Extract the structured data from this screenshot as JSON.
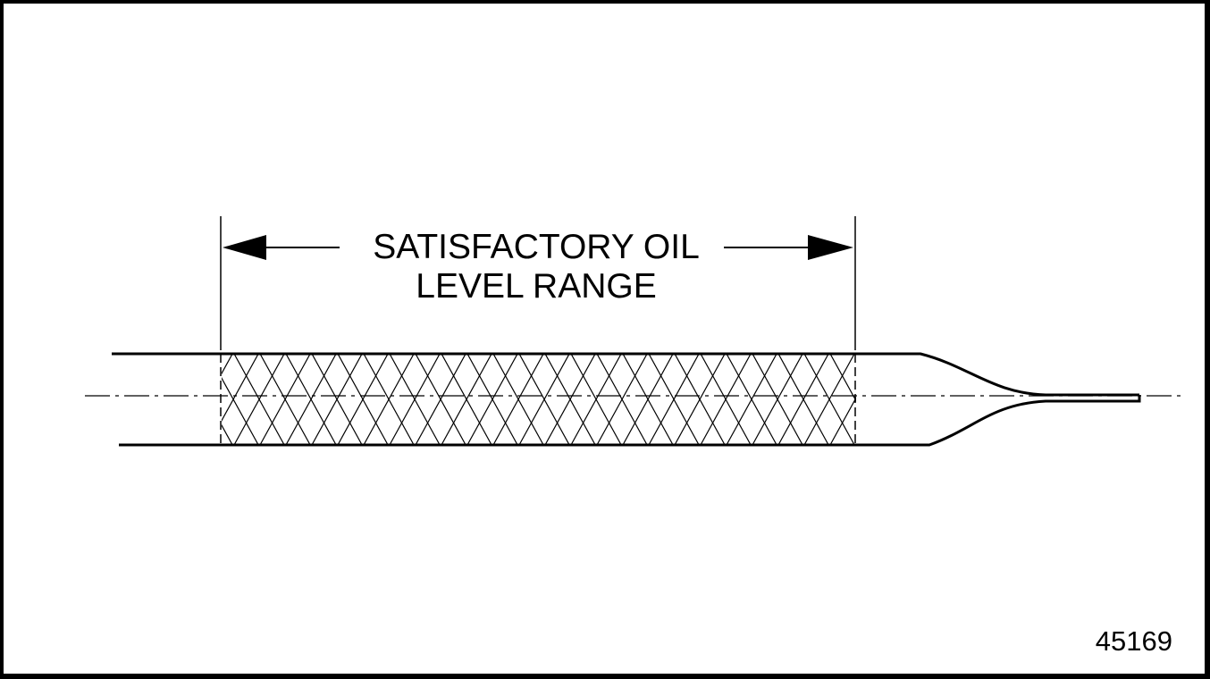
{
  "figure": {
    "label_line1": "SATISFACTORY OIL",
    "label_line2": "LEVEL RANGE",
    "figure_number": "45169"
  },
  "colors": {
    "line": "#000000",
    "background": "#ffffff"
  }
}
